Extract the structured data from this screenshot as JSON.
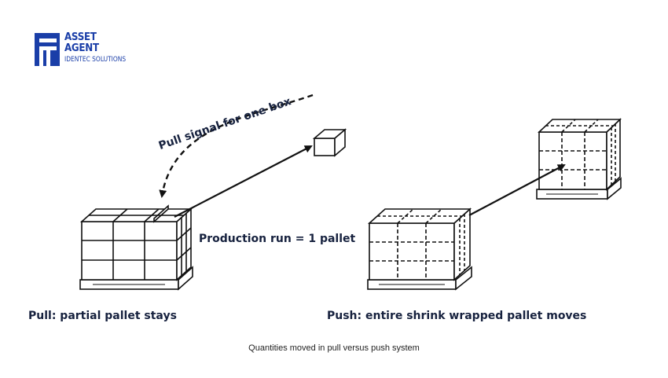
{
  "logo": {
    "line1": "ASSET",
    "line2": "AGENT",
    "line3": "IDENTEC SOLUTIONS"
  },
  "labels": {
    "pull_signal": "Pull signal for one box",
    "production_run": "Production run = 1 pallet",
    "pull": "Pull: partial pallet stays",
    "push": "Push: entire shrink wrapped pallet moves"
  },
  "caption": "Quantities moved in pull versus push system",
  "colors": {
    "brand": "#1a3ea8",
    "text": "#16213e"
  }
}
